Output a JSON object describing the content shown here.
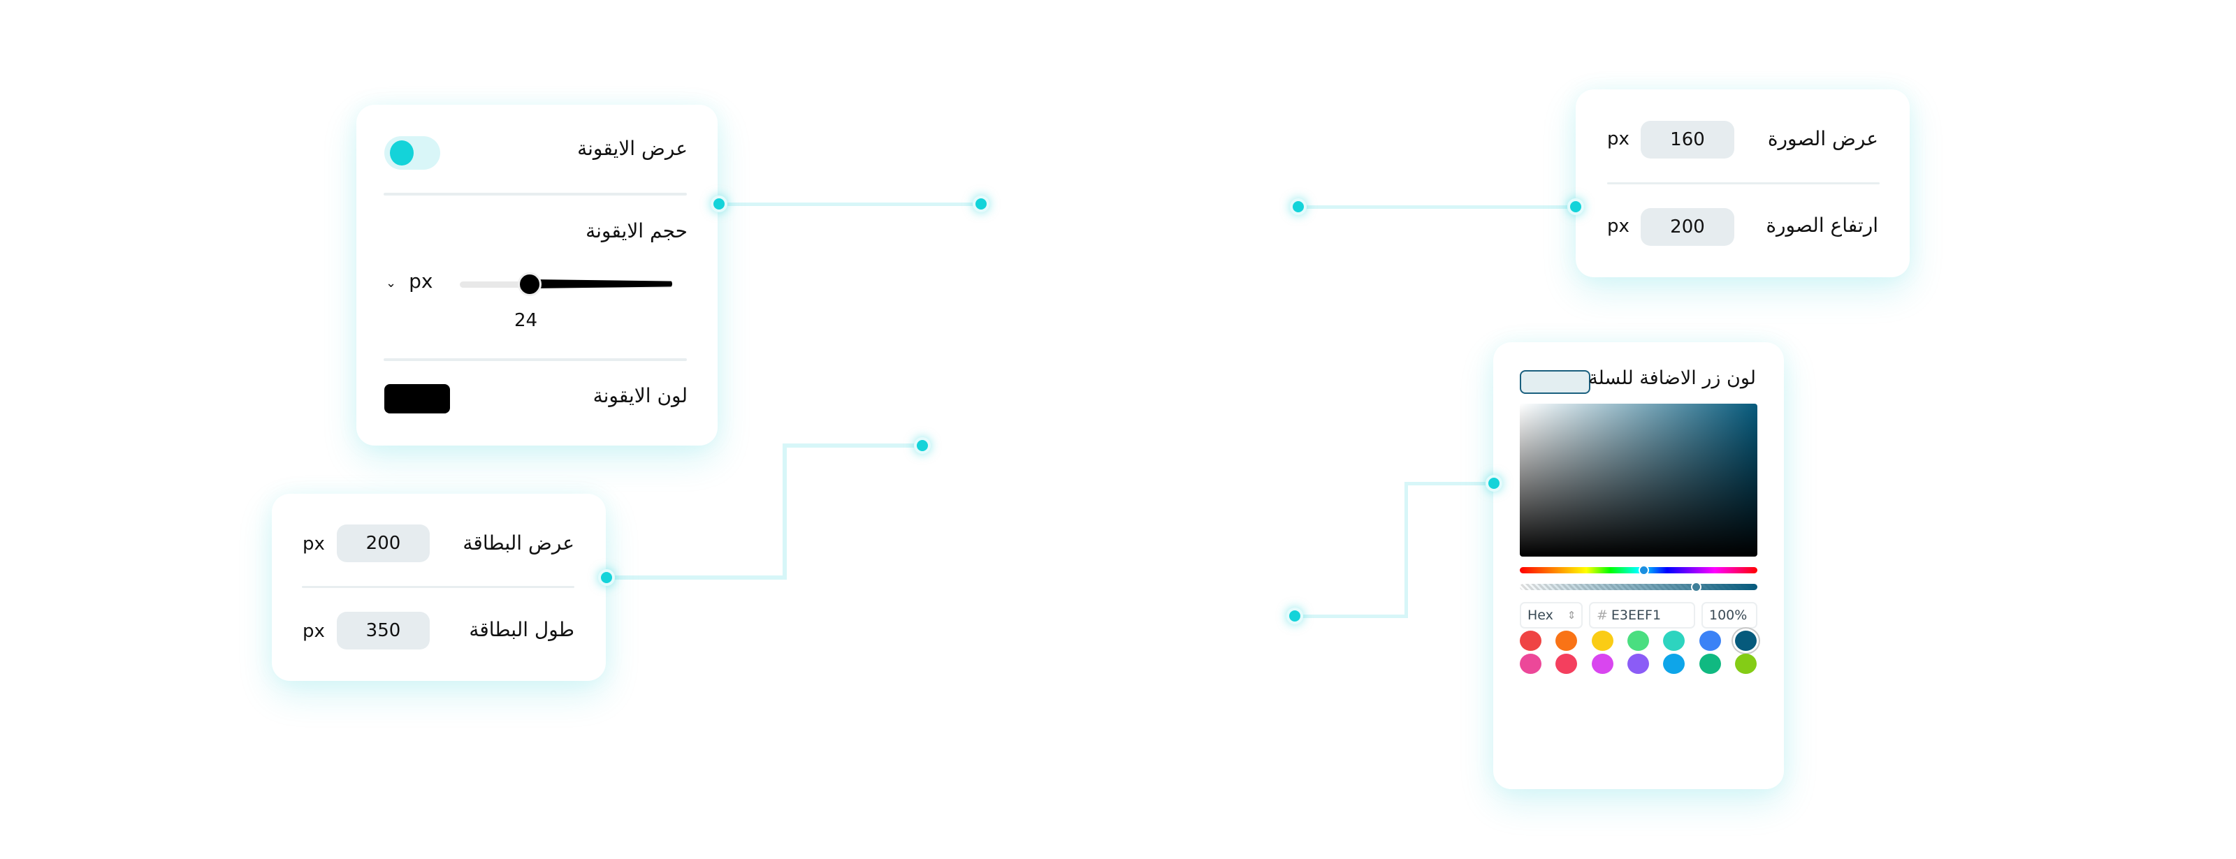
{
  "icon_card": {
    "show_icon_label": "عرض الايقونة",
    "show_icon_on": true,
    "size_label": "حجم الايقونة",
    "unit": "px",
    "size_value": "24",
    "slider_fraction": 0.33,
    "color_label": "لون الايقونة",
    "icon_color": "#000000"
  },
  "image_card": {
    "width_label": "عرض الصورة",
    "width_value": "160",
    "height_label": "ارتفاع الصورة",
    "height_value": "200",
    "unit": "px"
  },
  "card_size": {
    "width_label": "عرض البطاقة",
    "width_value": "200",
    "length_label": "طول البطاقة",
    "length_value": "350",
    "unit": "px"
  },
  "color_picker": {
    "label": "لون زر الاضافة للسلة",
    "current_color": "#E3EEF1",
    "base_hue": "#065A7C",
    "format": "Hex",
    "hash": "#",
    "hex_value": "E3EEF1",
    "opacity": "100%",
    "hue_fraction": 0.52,
    "alpha_fraction": 0.74,
    "swatches": [
      "#EF4444",
      "#F97316",
      "#FACC15",
      "#4ADE80",
      "#2DD4BF",
      "#3B82F6",
      "#065A7C",
      "#EC4899",
      "#F43F5E",
      "#D946EF",
      "#8B5CF6",
      "#0EA5E9",
      "#10B981",
      "#84CC16"
    ],
    "selected_swatch": 6
  },
  "accent": "#14D3D9"
}
